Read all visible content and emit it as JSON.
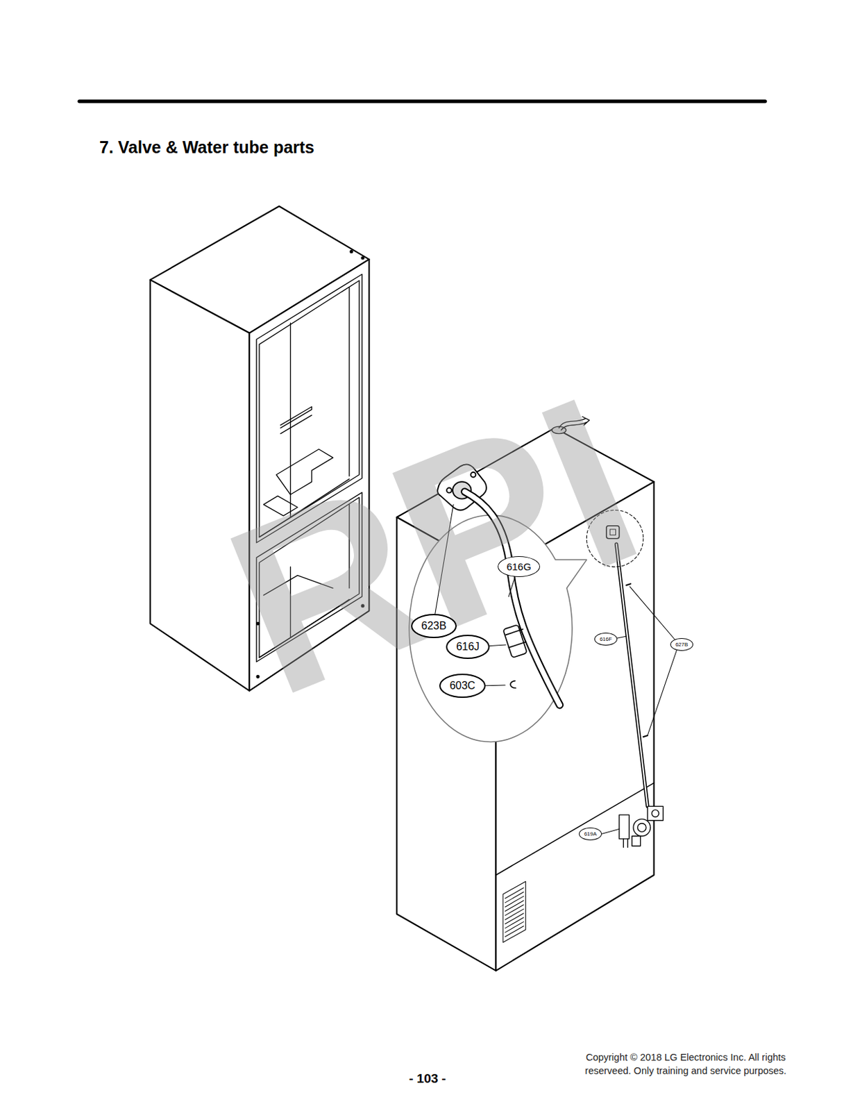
{
  "diagram": {
    "title": "7. Valve & Water tube parts",
    "nodes": [
      {
        "text": [
          "616G"
        ]
      },
      {
        "text": [
          "623B"
        ]
      },
      {
        "text": [
          "616J"
        ]
      },
      {
        "text": [
          "603C"
        ]
      },
      {
        "text": [
          "616F"
        ]
      },
      {
        "text": [
          "627B"
        ]
      },
      {
        "text": [
          "619A"
        ]
      }
    ],
    "labels": [
      "RPI",
      "Copyright © 2018 LG Electronics Inc. All rights reserveed. Only training and service purposes.",
      "- 103 -"
    ]
  }
}
